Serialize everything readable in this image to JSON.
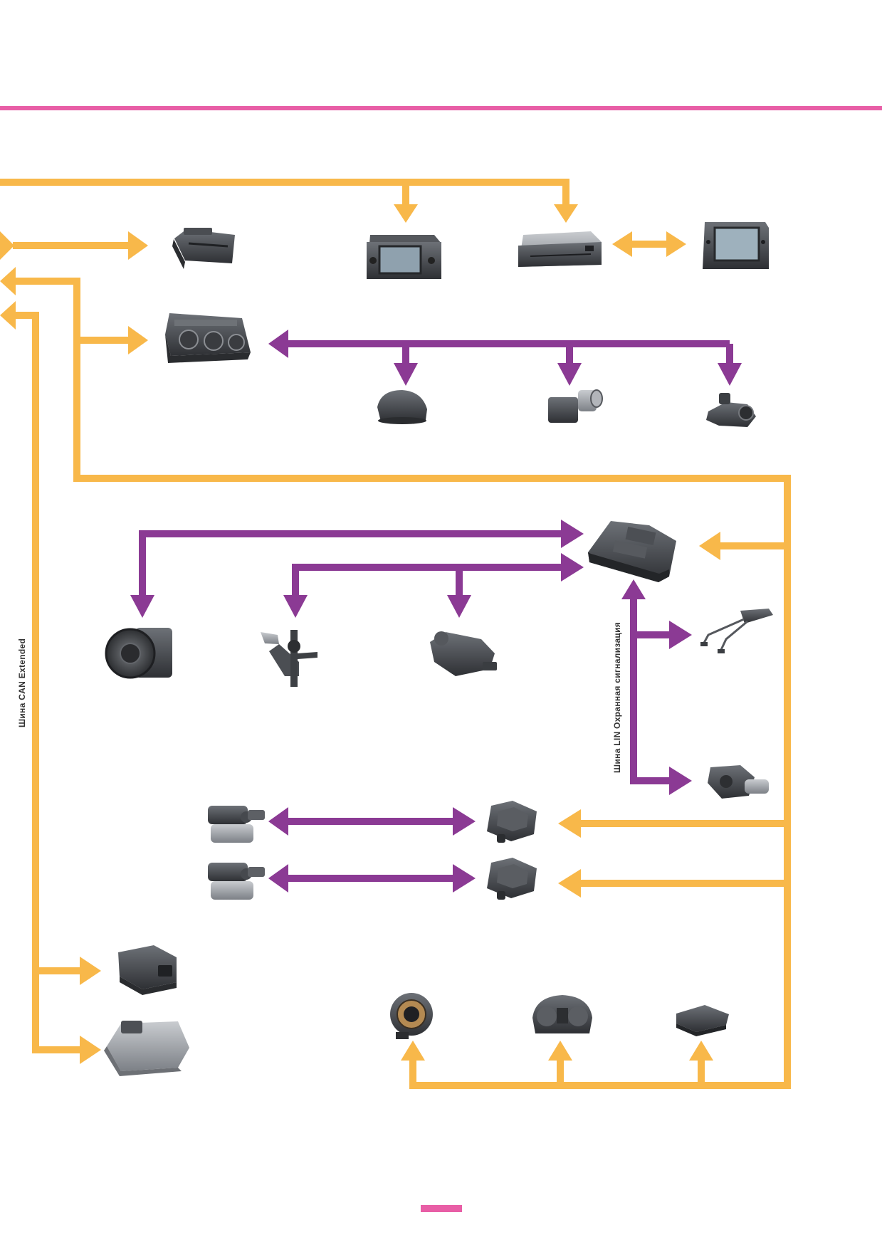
{
  "labels": {
    "can_extended": "Шина CAN Extended",
    "lin_alarm": "Шина LIN Охранная сигнализация"
  },
  "colors": {
    "accent": "#e85ea6",
    "can_bus": "#f8b84a",
    "lin_bus": "#8b3a94",
    "component": "#3f4246",
    "component_light": "#7a7e84"
  },
  "components": [
    {
      "name": "diagnostic-connector",
      "bus": "can"
    },
    {
      "name": "radio-display-unit",
      "bus": "can"
    },
    {
      "name": "media-player-unit",
      "bus": "can"
    },
    {
      "name": "navigation-display",
      "bus": "can"
    },
    {
      "name": "climate-control-panel",
      "bus": "can"
    },
    {
      "name": "rear-sensor-small",
      "bus": "lin"
    },
    {
      "name": "pressure-sensor",
      "bus": "lin"
    },
    {
      "name": "flap-actuator",
      "bus": "lin"
    },
    {
      "name": "body-control-module",
      "bus": "can"
    },
    {
      "name": "alarm-horn",
      "bus": "lin"
    },
    {
      "name": "wiper-motor-bracket",
      "bus": "lin"
    },
    {
      "name": "rain-light-sensor",
      "bus": "lin"
    },
    {
      "name": "interior-monitoring-sensor",
      "bus": "lin"
    },
    {
      "name": "tilt-sensor-actuator",
      "bus": "lin"
    },
    {
      "name": "window-motor-front",
      "bus": "lin"
    },
    {
      "name": "window-motor-rear",
      "bus": "lin"
    },
    {
      "name": "door-control-unit-front",
      "bus": "can"
    },
    {
      "name": "door-control-unit-rear",
      "bus": "can"
    },
    {
      "name": "gateway-module",
      "bus": "can"
    },
    {
      "name": "gearbox-control-unit",
      "bus": "can"
    },
    {
      "name": "steering-column-module",
      "bus": "can"
    },
    {
      "name": "instrument-cluster",
      "bus": "can"
    },
    {
      "name": "parking-aid-module",
      "bus": "can"
    }
  ]
}
